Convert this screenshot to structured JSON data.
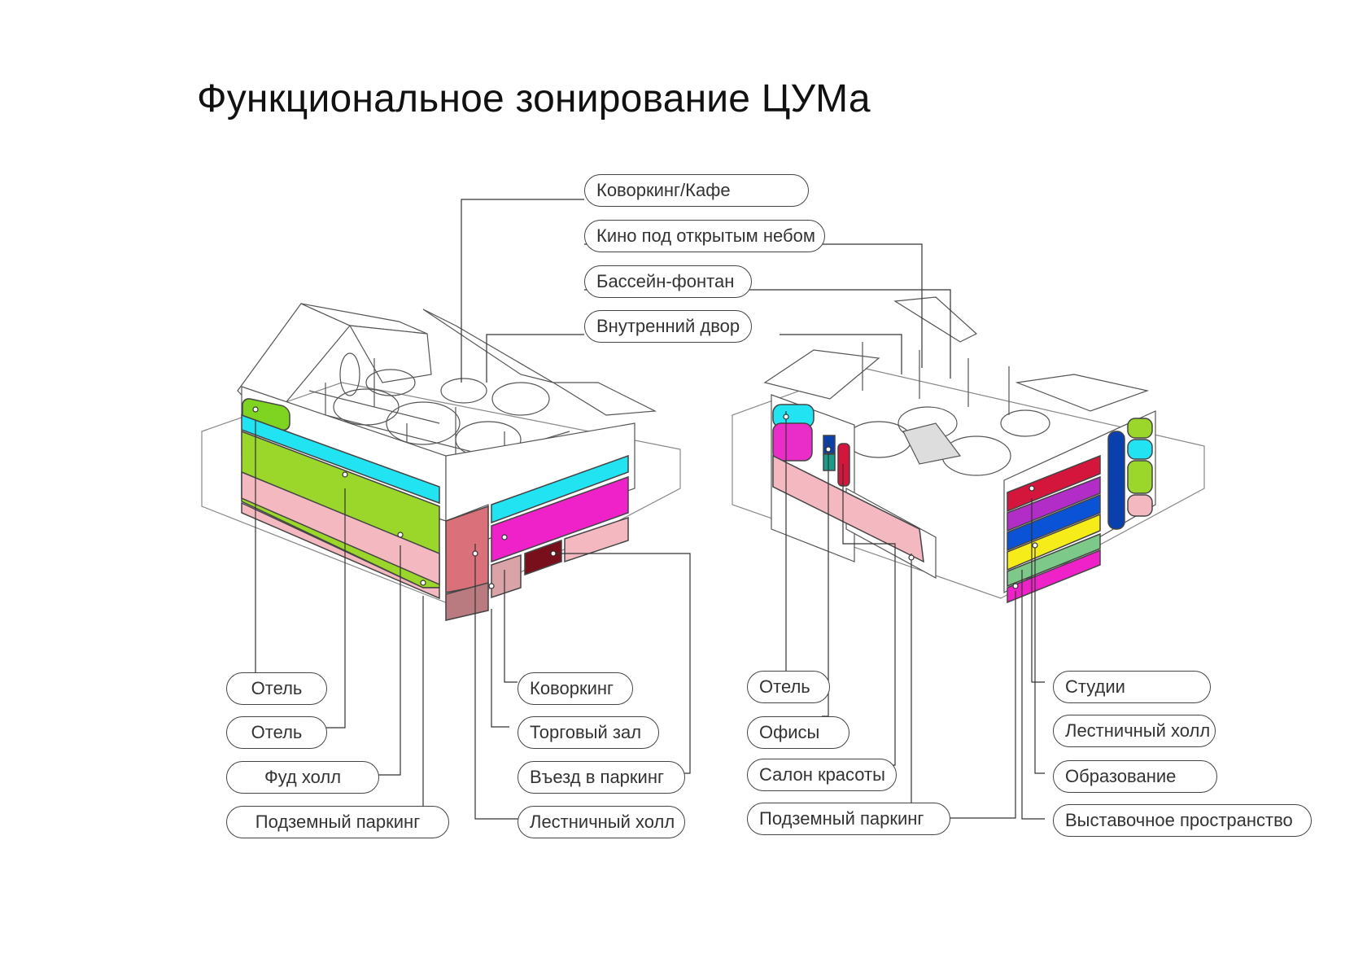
{
  "title": "Функциональное зонирование ЦУМа",
  "top_labels": [
    "Коворкинг/Кафе",
    "Кино под открытым небом",
    "Бассейн-фонтан",
    "Внутренний двор"
  ],
  "left_model": {
    "left_labels": [
      "Отель",
      "Отель",
      "Фуд холл",
      "Подземный паркинг"
    ],
    "right_labels": [
      "Коворкинг",
      "Торговый зал",
      "Въезд в паркинг",
      "Лестничный холл"
    ]
  },
  "right_model": {
    "left_labels": [
      "Отель",
      "Офисы",
      "Салон красоты",
      "Подземный паркинг"
    ],
    "right_labels": [
      "Студии",
      "Лестничный холл",
      "Образование",
      "Выставочное пространство"
    ]
  },
  "zone_colors": {
    "hotel_green": "#7fd321",
    "hotel_cyan": "#22e3f2",
    "food_hall": "#9bd62a",
    "parking": "#f4b9c0",
    "coworking": "#f07ec8",
    "trade_hall": "#ee22c8",
    "parking_entry": "#7a0f1c",
    "stair_hall": "#d9707a",
    "offices": "#ea2cc9",
    "beauty": "#1b9c8b",
    "studios": "#d5163c",
    "education": "#f5ec1a",
    "exhibition": "#0a52d6",
    "stair_hall_right": "#7dc98a",
    "purple": "#b22cc8",
    "navy": "#0a3fae"
  }
}
